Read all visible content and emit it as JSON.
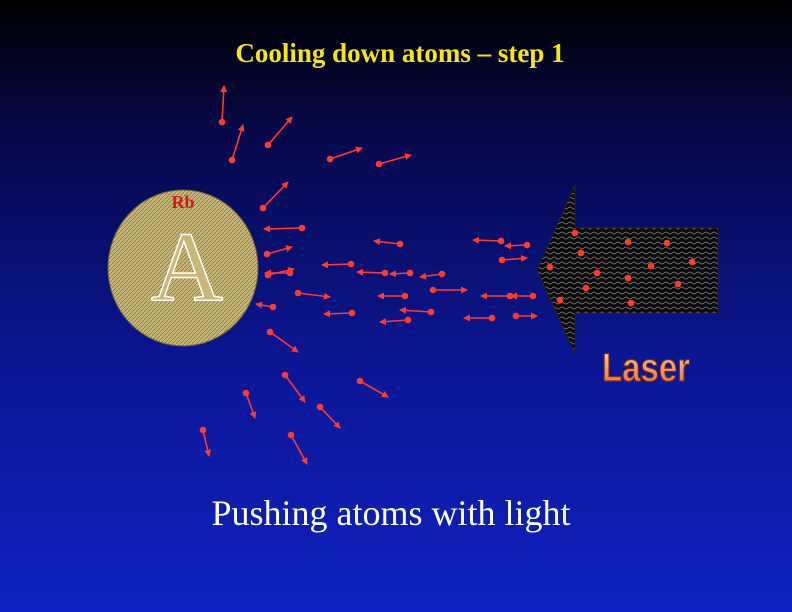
{
  "slide": {
    "title": "Cooling down atoms – step 1",
    "caption": "Pushing atoms with light"
  },
  "diagram": {
    "source_label": "Rb",
    "source_symbol": "A",
    "laser_label": "Laser"
  },
  "colors": {
    "title": "#f5e51a",
    "caption": "#ffffff",
    "atom": "#ff3b2f",
    "source_fill": "#c9b779",
    "source_label": "#d01818",
    "laser_body": "#0a0a0a",
    "laser_text": "#f29a6a"
  },
  "icons": {
    "source": "atom-source-disk",
    "beam": "laser-arrow"
  }
}
